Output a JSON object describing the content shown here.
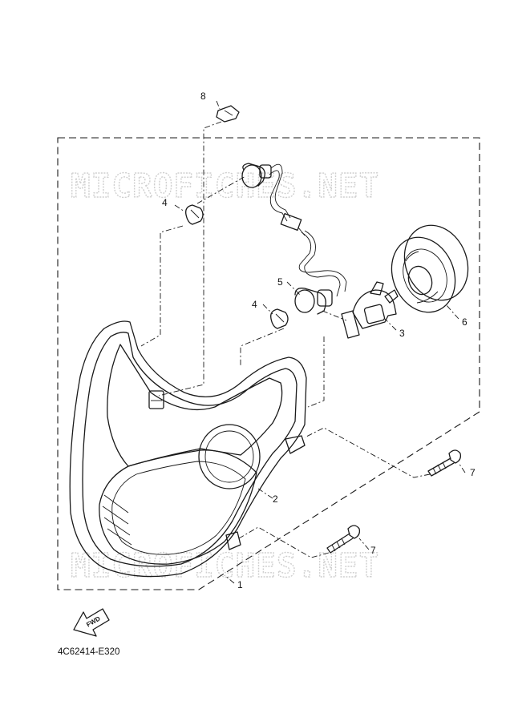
{
  "watermark": "MICROFICHES.NET",
  "diagram_code": "4C62414-E320",
  "fwd_label": "FWD",
  "callouts": {
    "c1": "1",
    "c2": "2",
    "c3": "3",
    "c4a": "4",
    "c4b": "4",
    "c5": "5",
    "c6": "6",
    "c7a": "7",
    "c7b": "7",
    "c8": "8"
  }
}
